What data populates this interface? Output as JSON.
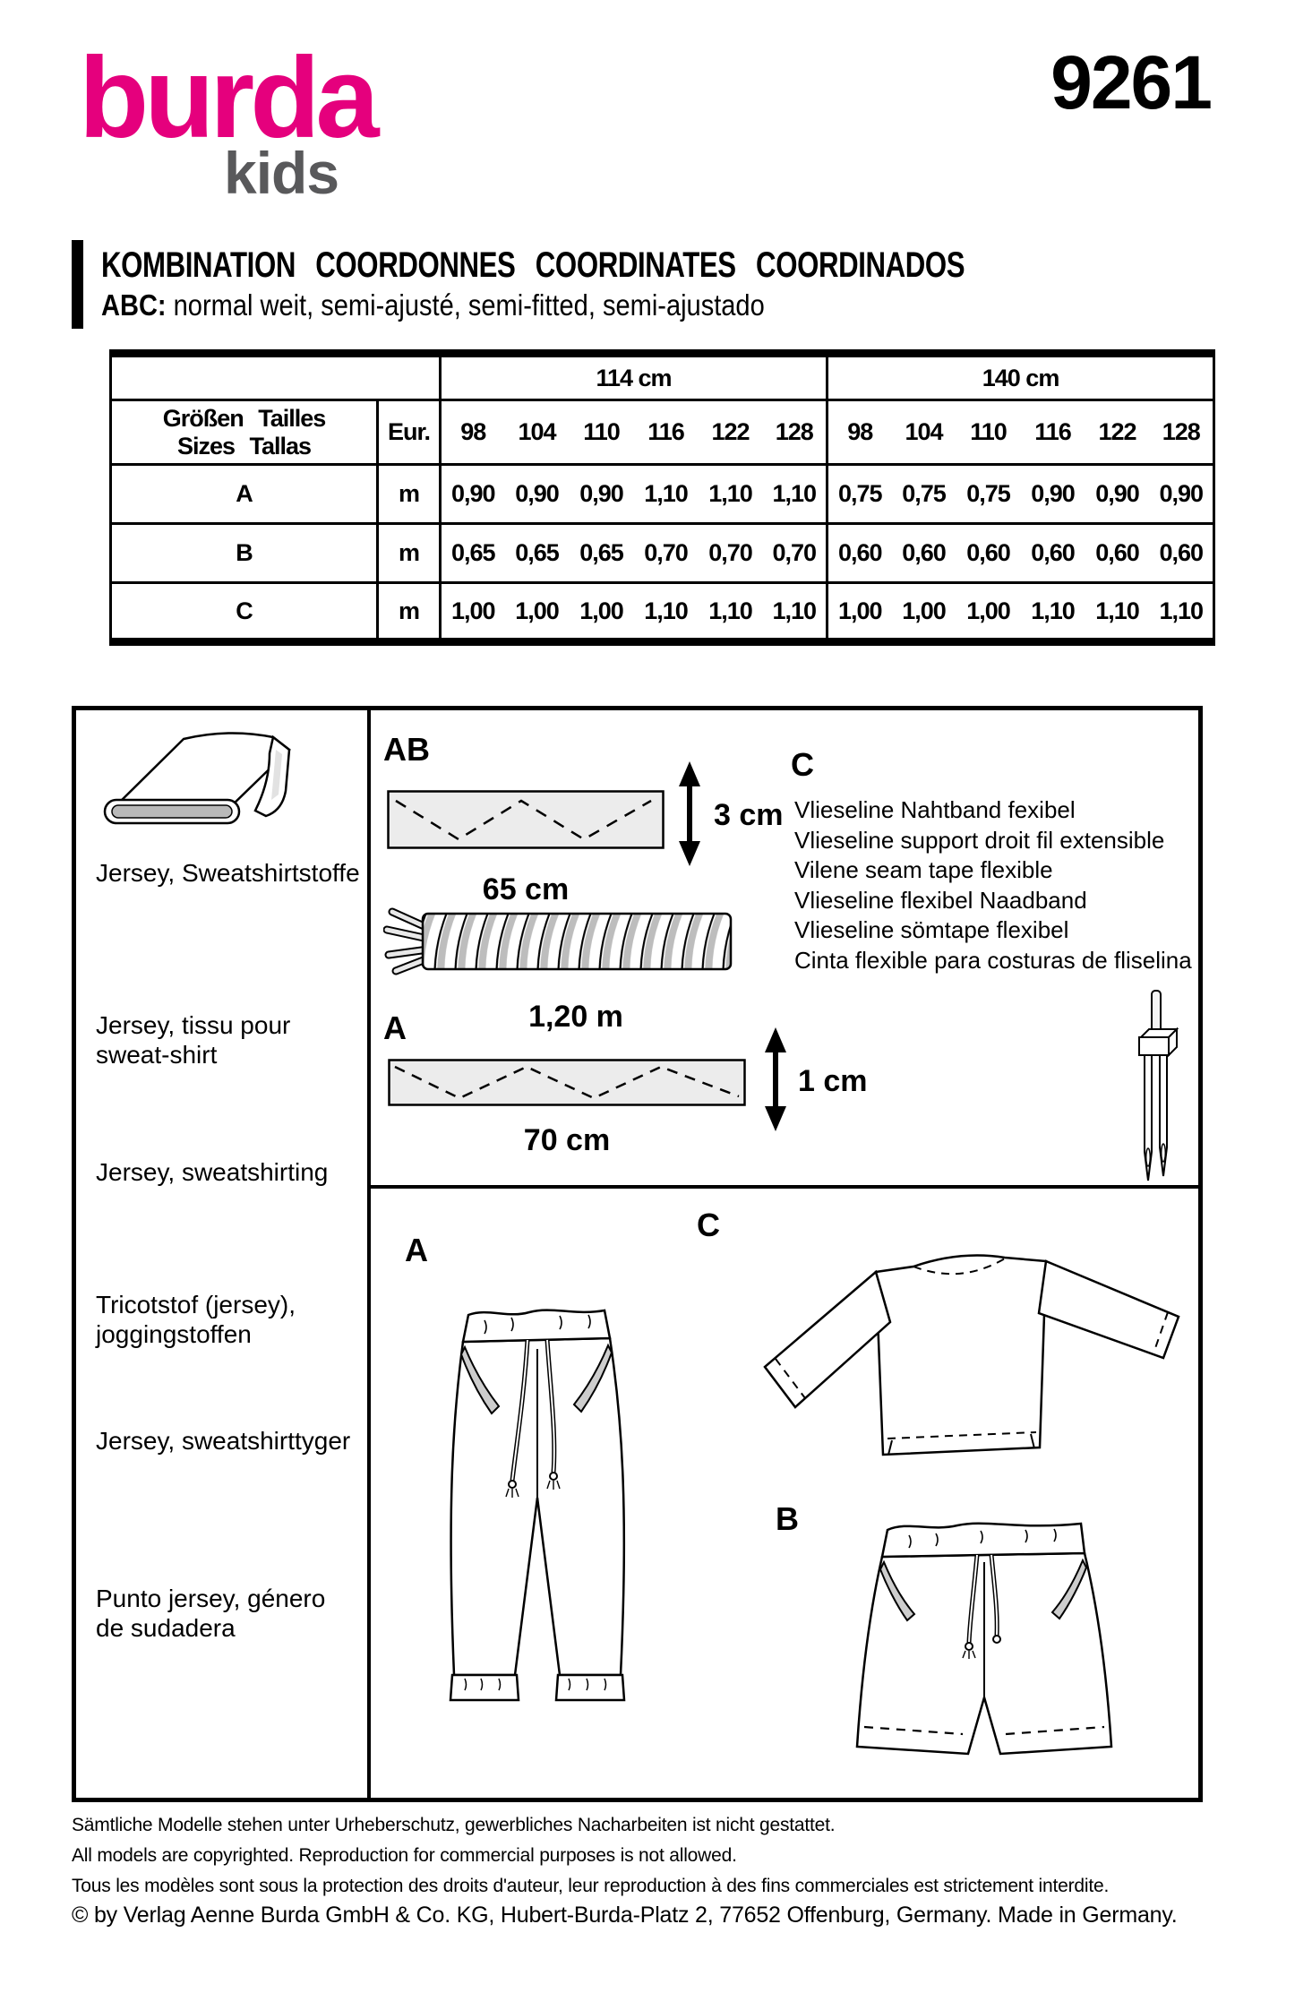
{
  "brand": {
    "logo_main": "burda",
    "logo_sub": "kids",
    "pattern_number": "9261",
    "brand_pink": "#e5007d",
    "logo_gray": "#59595b"
  },
  "header": {
    "title": "KOMBINATION COORDONNES COORDINATES COORDINADOS",
    "subtitle_prefix": "ABC:",
    "subtitle_rest": " normal weit, semi-ajusté, semi-fitted, semi-ajustado"
  },
  "fabric_table": {
    "width_group_114": "114 cm",
    "width_group_140": "140 cm",
    "size_header_line1": "Größen Tailles",
    "size_header_line2": "Sizes Tallas",
    "eur_label": "Eur.",
    "sizes": [
      "98",
      "104",
      "110",
      "116",
      "122",
      "128"
    ],
    "unit": "m",
    "rows": [
      {
        "label": "A",
        "values_114": [
          "0,90",
          "0,90",
          "0,90",
          "1,10",
          "1,10",
          "1,10"
        ],
        "values_140": [
          "0,75",
          "0,75",
          "0,75",
          "0,90",
          "0,90",
          "0,90"
        ]
      },
      {
        "label": "B",
        "values_114": [
          "0,65",
          "0,65",
          "0,65",
          "0,70",
          "0,70",
          "0,70"
        ],
        "values_140": [
          "0,60",
          "0,60",
          "0,60",
          "0,60",
          "0,60",
          "0,60"
        ]
      },
      {
        "label": "C",
        "values_114": [
          "1,00",
          "1,00",
          "1,00",
          "1,10",
          "1,10",
          "1,10"
        ],
        "values_140": [
          "1,00",
          "1,00",
          "1,00",
          "1,10",
          "1,10",
          "1,10"
        ]
      }
    ]
  },
  "fabrics_panel": {
    "items": [
      "Jersey, Sweatshirtstoffe",
      "Jersey, tissu pour sweat-shirt",
      "Jersey, sweatshirting",
      "Tricotstof (jersey), joggingstoffen",
      "Jersey, sweatshirttyger",
      "Punto jersey, género de sudadera"
    ]
  },
  "notions": {
    "ab_label": "AB",
    "a_label": "A",
    "c_label": "C",
    "band_ab_length": "65 cm",
    "band_ab_width": "3 cm",
    "cord_length": "1,20 m",
    "band_a_length": "70 cm",
    "band_a_width": "1 cm",
    "interfacing_lines": [
      "Vlieseline Nahtband fexibel",
      "Vlieseline support droit fil extensible",
      "Vilene seam tape flexible",
      "Vlieseline flexibel Naadband",
      "Vlieseline sömtape flexibel",
      "Cinta flexible para costuras de fliselina"
    ]
  },
  "garments": {
    "a_label": "A",
    "b_label": "B",
    "c_label": "C"
  },
  "footer": {
    "line_de": "Sämtliche Modelle stehen unter Urheberschutz, gewerbliches Nacharbeiten ist nicht gestattet.",
    "line_en": "All models are copyrighted. Reproduction for commercial purposes is not allowed.",
    "line_fr": "Tous les modèles sont sous la protection des droits d'auteur, leur reproduction à des fins commerciales est strictement interdite.",
    "line_copyright": "© by Verlag Aenne Burda GmbH & Co. KG, Hubert-Burda-Platz 2, 77652 Offenburg, Germany. Made in Germany."
  }
}
